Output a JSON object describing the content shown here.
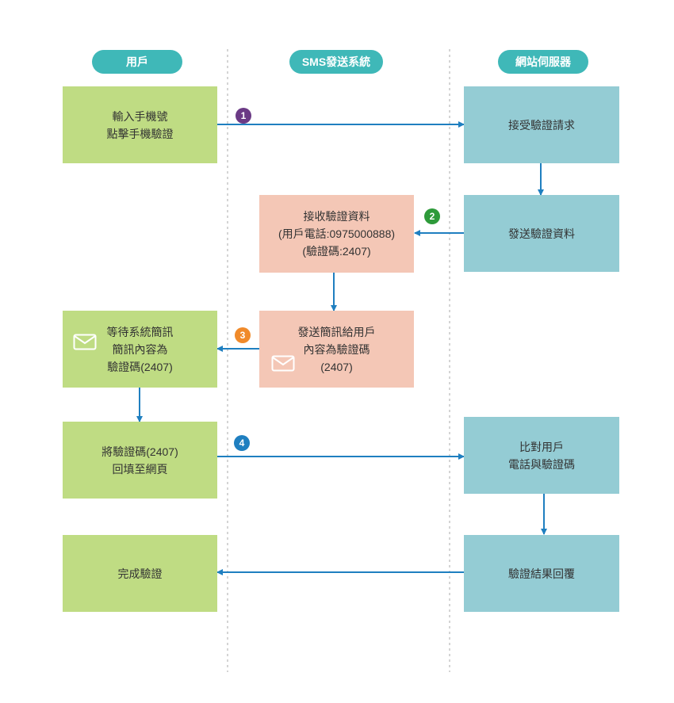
{
  "lanes": {
    "user": "用戶",
    "sms": "SMS發送系統",
    "server": "網站伺服器"
  },
  "boxes": {
    "input_phone": [
      "輸入手機號",
      "點擊手機驗證"
    ],
    "accept_request": [
      "接受驗證請求"
    ],
    "receive_data": [
      "接收驗證資料",
      "(用戶電話:0975000888)",
      "(驗證碼:2407)"
    ],
    "send_data": [
      "發送驗證資料"
    ],
    "wait_sms": [
      "等待系統簡訊",
      "簡訊內容為",
      "驗證碼(2407)"
    ],
    "send_sms": [
      "發送簡訊給用戶",
      "內容為驗證碼",
      "(2407)"
    ],
    "fill_code": [
      "將驗證碼(2407)",
      "回填至網頁"
    ],
    "compare": [
      "比對用戶",
      "電話與驗證碼"
    ],
    "complete": [
      "完成驗證"
    ],
    "reply": [
      "驗證結果回覆"
    ]
  },
  "steps": [
    "1",
    "2",
    "3",
    "4"
  ],
  "icons": {
    "mail": "envelope-icon"
  },
  "colors": {
    "lane_header": "#3fb8b8",
    "user_box": "#bfdc83",
    "sms_box": "#f4c7b6",
    "server_box": "#94ccd4",
    "arrow": "#1f7fc0",
    "divider": "#b8b8b8",
    "step_1": "#6b3a85",
    "step_2": "#2e9a3a",
    "step_3": "#f08a2a",
    "step_4": "#1f7fc0"
  }
}
